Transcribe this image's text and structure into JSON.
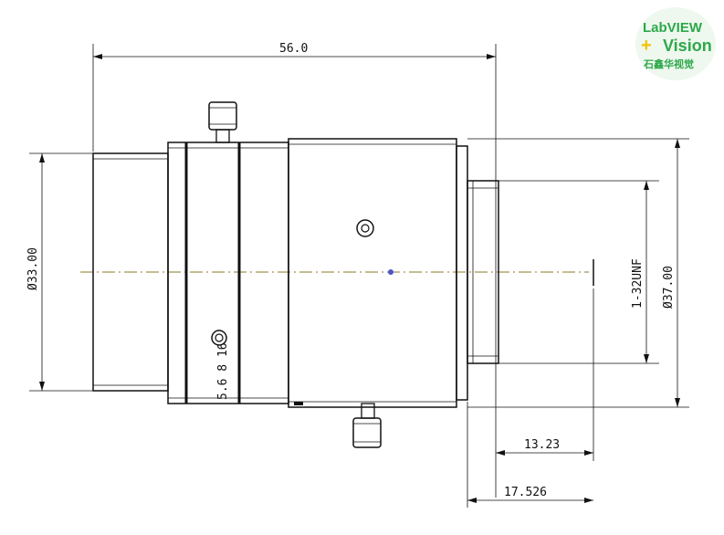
{
  "logo": {
    "line1": "LabVIEW",
    "line2": "Vision",
    "line3": "石鑫华视觉",
    "plus": "+",
    "accent_green": "#2da84a",
    "accent_yellow": "#f2c200"
  },
  "dimensions": {
    "overall_length": "56.0",
    "front_diameter": "Ø33.00",
    "body_diameter": "Ø37.00",
    "thread": "1-32UNF",
    "flange_depth": "13.23",
    "back_focus": "17.526"
  },
  "ring_markings": "5.6 8 16",
  "colors": {
    "line": "#111111",
    "centerline": "#8a7a2a",
    "center_dot": "#4a55c8"
  }
}
